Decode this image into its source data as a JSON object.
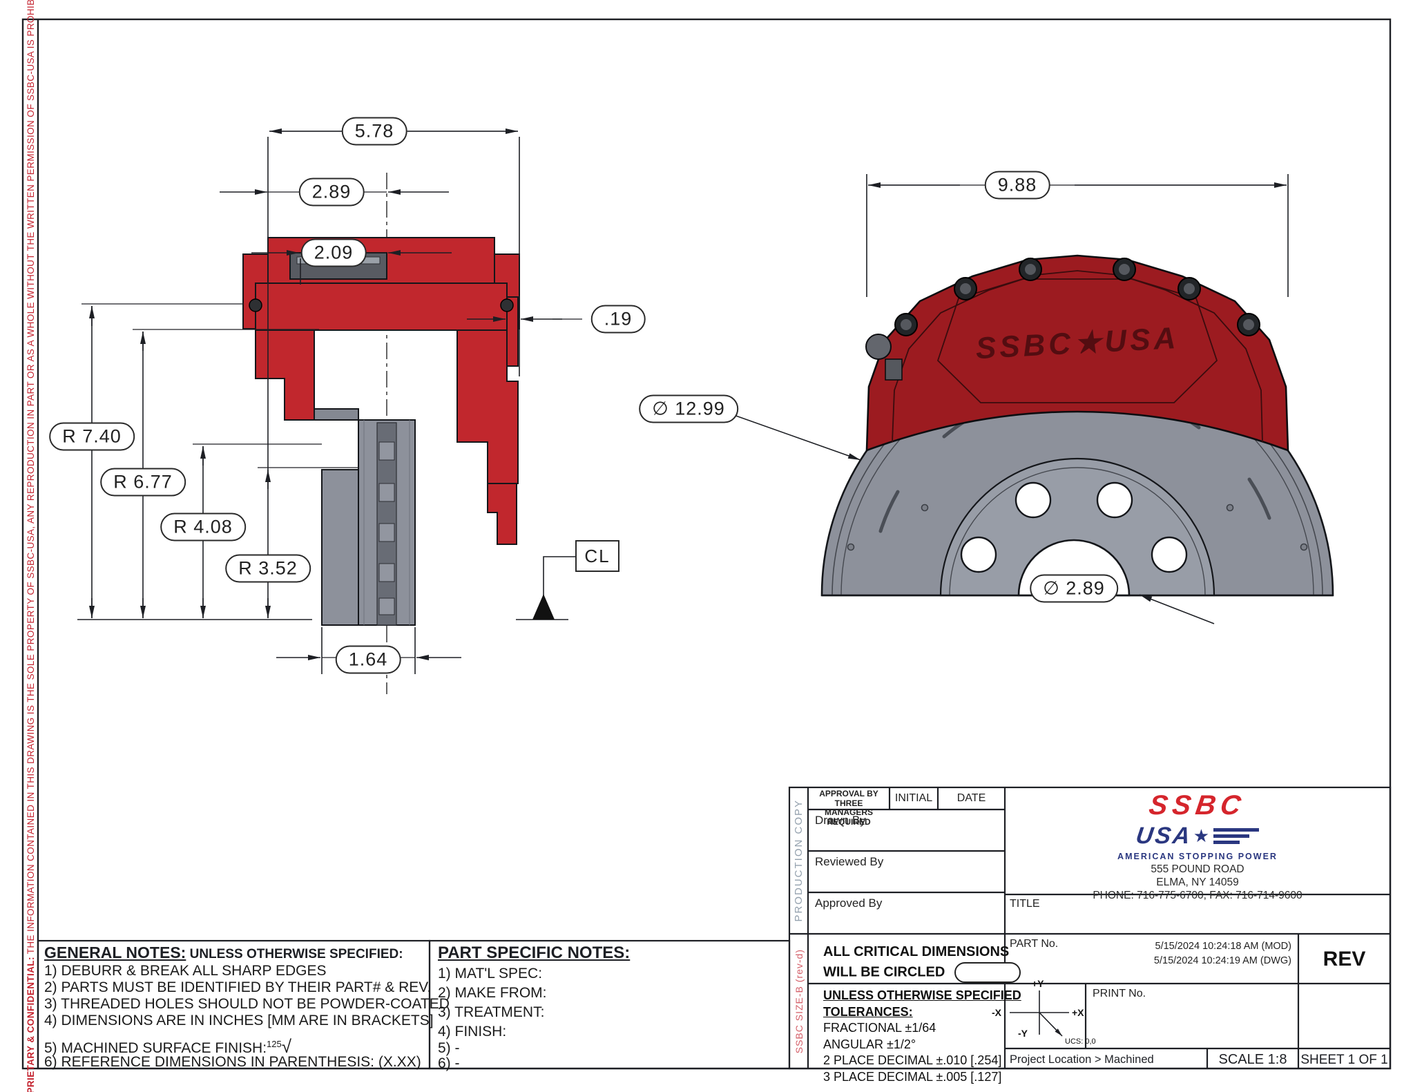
{
  "notice": {
    "bold": "PROPRIETARY & CONFIDENTIAL:",
    "rest": " THE INFORMATION CONTAINED IN THIS DRAWING IS THE SOLE PROPERTY OF SSBC-USA, ANY REPRODUCTION IN PART OR AS A WHOLE WITHOUT THE WRITTEN PERMISSION OF SSBC-USA IS PROHIBITED."
  },
  "colors": {
    "logo_red": "#d5252c",
    "logo_blue": "#2a3780",
    "caliper_red": "#c1272d",
    "caliper_front_red": "#9c1b20",
    "rotor_gray": "#8d919b",
    "notice_red": "#c42430",
    "production_copy_gray": "#93a0ad",
    "size_strip_red": "#d4606a"
  },
  "section_view": {
    "dims": {
      "width": "5.78",
      "half_width": "2.89",
      "inner_offset": "2.09",
      "step": ".19",
      "r1": "R 7.40",
      "r2": "R 6.77",
      "r3": "R 4.08",
      "r4": "R 3.52",
      "rotor_thickness": "1.64",
      "centerline": "CL"
    }
  },
  "front_view": {
    "dims": {
      "caliper_width": "9.88",
      "rotor_dia": "∅ 12.99",
      "bore_dia": "∅ 2.89"
    },
    "caliper_logo": "SSBC★USA"
  },
  "general_notes": {
    "title": "GENERAL NOTES:",
    "subtitle": " UNLESS OTHERWISE SPECIFIED:",
    "items": [
      "1) DEBURR & BREAK ALL SHARP EDGES",
      "2) PARTS MUST BE IDENTIFIED BY THEIR PART# & REV.",
      "3) THREADED HOLES SHOULD NOT BE POWDER-COATED",
      "4) DIMENSIONS ARE IN INCHES [MM ARE IN BRACKETS]"
    ],
    "finish_label": "5) MACHINED SURFACE FINISH:",
    "finish_value": "125",
    "finish_symbol": "√",
    "last_item": "6) REFERENCE DIMENSIONS IN PARENTHESIS: (X.XX)"
  },
  "part_notes": {
    "title": "PART SPECIFIC NOTES:",
    "items": [
      "1) MAT'L SPEC:",
      "2) MAKE FROM:",
      "3) TREATMENT:",
      "4) FINISH:",
      "5) -",
      "6) -"
    ]
  },
  "title_block": {
    "production_copy": "PRODUCTION COPY",
    "size_strip": "SSBC SIZE-B (rev-d)",
    "approval_line1": "APPROVAL BY THREE",
    "approval_line2": "MANAGERS REQUIRED",
    "initial": "INITIAL",
    "date": "DATE",
    "drawn_by": "Drawn By",
    "reviewed_by": "Reviewed By",
    "approved_by": "Approved By",
    "logo": {
      "ssbc": "SSBC",
      "usa": "USA",
      "star": "★",
      "tagline": "AMERICAN STOPPING POWER"
    },
    "address1": "555 POUND ROAD",
    "address2": "ELMA, NY 14059",
    "address3": "PHONE: 716-775-6700, FAX: 716-714-9600",
    "title_label": "TITLE",
    "critical1": "ALL CRITICAL DIMENSIONS",
    "critical2": "WILL BE CIRCLED",
    "part_no": "PART No.",
    "mod_date": "5/15/2024 10:24:18 AM (MOD)",
    "dwg_date": "5/15/2024 10:24:19 AM (DWG)",
    "rev": "REV",
    "tol_header1": "UNLESS OTHERWISE SPECIFIED",
    "tol_header2": "TOLERANCES:",
    "tol_lines": [
      "FRACTIONAL ±1/64",
      "ANGULAR ±1/2°",
      "2 PLACE DECIMAL ±.010 [.254]",
      "3 PLACE DECIMAL ±.005 [.127]"
    ],
    "ucs": {
      "py": "+Y",
      "px": "+X",
      "nx": "-X",
      "ny": "-Y",
      "origin": "UCS: 0,0"
    },
    "print_no": "PRINT No.",
    "project_location": "Project Location > Machined",
    "scale": "SCALE 1:8",
    "sheet": "SHEET 1 OF 1"
  }
}
